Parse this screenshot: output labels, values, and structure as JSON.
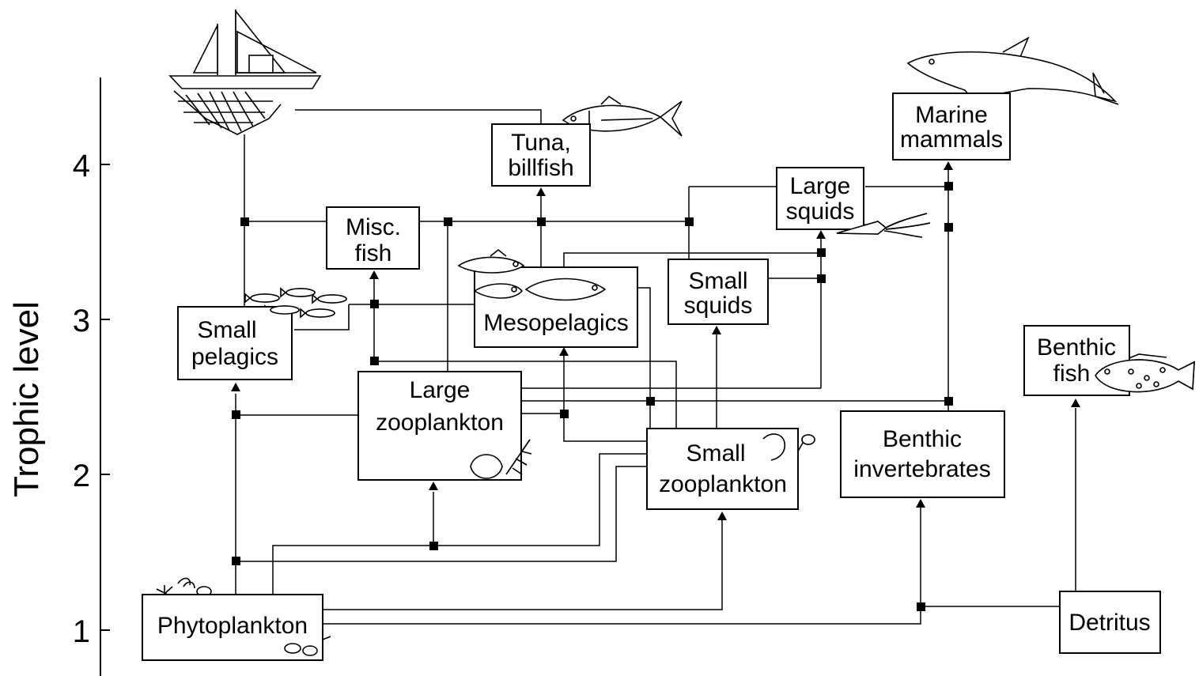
{
  "axis": {
    "title": "Trophic level",
    "ticks": [
      "1",
      "2",
      "3",
      "4"
    ]
  },
  "nodes": {
    "tuna_billfish": {
      "line1": "Tuna,",
      "line2": "billfish"
    },
    "marine_mammals": {
      "line1": "Marine",
      "line2": "mammals"
    },
    "large_squids": {
      "line1": "Large",
      "line2": "squids"
    },
    "misc_fish": {
      "line1": "Misc.",
      "line2": "fish"
    },
    "small_squids": {
      "line1": "Small",
      "line2": "squids"
    },
    "mesopelagics": {
      "line1": "Mesopelagics"
    },
    "small_pelagics": {
      "line1": "Small",
      "line2": "pelagics"
    },
    "benthic_fish": {
      "line1": "Benthic",
      "line2": "fish"
    },
    "large_zooplankton": {
      "line1": "Large",
      "line2": "zooplankton"
    },
    "small_zooplankton": {
      "line1": "Small",
      "line2": "zooplankton"
    },
    "benthic_invertebrates": {
      "line1": "Benthic",
      "line2": "invertebrates"
    },
    "phytoplankton": {
      "line1": "Phytoplankton"
    },
    "detritus": {
      "line1": "Detritus"
    }
  },
  "icons": [
    "fishing-boat-icon",
    "tuna-icon",
    "dolphin-icon",
    "squid-icon",
    "fish-school-icon",
    "mesopelagic-fish-icon",
    "jellyfish-icon",
    "shrimp-icon",
    "grouper-icon",
    "phytoplankton-icon"
  ],
  "colors": {
    "ink": "#000000",
    "background": "#ffffff"
  }
}
